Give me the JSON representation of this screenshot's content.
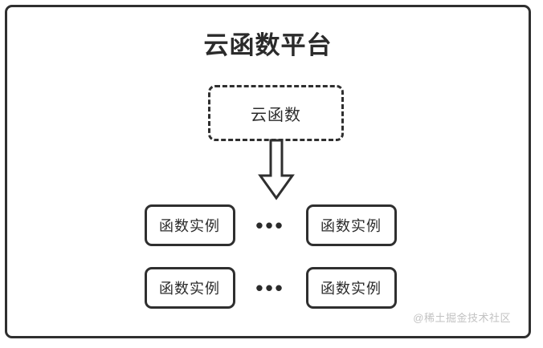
{
  "diagram": {
    "platform": {
      "title": "云函数平台",
      "border_color": "#2f2f2f",
      "background_color": "#ffffff"
    },
    "cloud_function": {
      "label": "云函数",
      "border_style": "dashed"
    },
    "arrow": {
      "direction": "down",
      "name": "down-block-arrow"
    },
    "instance_rows": [
      {
        "left_instance": "函数实例",
        "ellipsis": "•••",
        "right_instance": "函数实例"
      },
      {
        "left_instance": "函数实例",
        "ellipsis": "•••",
        "right_instance": "函数实例"
      }
    ],
    "watermark": "@稀土掘金技术社区"
  }
}
